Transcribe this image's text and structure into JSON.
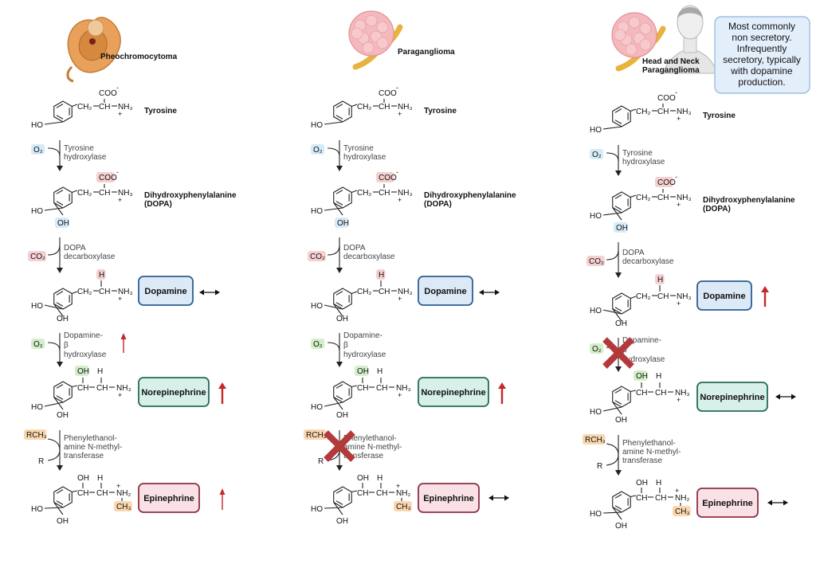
{
  "colors": {
    "o2_bg": "#d6ebf8",
    "co2_bg": "#f6d0d0",
    "h_bg": "#f6d0d0",
    "oh_green_bg": "#d3efc9",
    "rch3_bg": "#fbd7b0",
    "dopamine_box": "#dce9f7",
    "dopamine_border": "#2c5f93",
    "norepinephrine_box": "#d8f0ea",
    "norepinephrine_border": "#246b55",
    "epinephrine_box": "#f9e1e6",
    "epinephrine_border": "#8e2f45",
    "up_arrow": "#c62828",
    "block_cross": "#b3393a",
    "callout_bg": "#e3eefb",
    "callout_border": "#8eb4dc"
  },
  "icons": [
    "adrenal-gland-icon",
    "tumor-mass-icon",
    "head-and-neck-person-icon"
  ],
  "columns": [
    {
      "title": "Pheochromocytoma",
      "illustration": "adrenal-gland-icon",
      "levels": {
        "dopamine": "baseline",
        "norepinephrine": "increased",
        "epinephrine": "increased"
      },
      "dbh_small_up_arrow": true,
      "blocked_step": null
    },
    {
      "title": "Paraganglioma",
      "illustration": "tumor-mass-icon",
      "levels": {
        "dopamine": "baseline",
        "norepinephrine": "increased",
        "epinephrine": "baseline"
      },
      "dbh_small_up_arrow": false,
      "blocked_step": "pnmt"
    },
    {
      "title": "Head and Neck Paraganglioma",
      "illustration": "head-and-neck-person-icon",
      "levels": {
        "dopamine": "increased",
        "norepinephrine": "baseline",
        "epinephrine": "baseline"
      },
      "dbh_small_up_arrow": false,
      "blocked_step": "dbh"
    }
  ],
  "callout": {
    "lines": [
      "Most commonly",
      "non secretory.",
      "Infrequently",
      "secretory, typically",
      "with dopamine",
      "production."
    ]
  },
  "compounds": {
    "tyrosine": "Tyrosine",
    "dopa_line1": "Dihydroxyphenylalanine",
    "dopa_line2": "(DOPA)",
    "dopamine": "Dopamine",
    "norepinephrine": "Norepinephrine",
    "epinephrine": "Epinephrine"
  },
  "enzymes": {
    "th": [
      "Tyrosine",
      "hydroxylase"
    ],
    "ddc": [
      "DOPA",
      "decarboxylase"
    ],
    "dbh": [
      "Dopamine-",
      "β",
      "hydroxylase"
    ],
    "pnmt": [
      "Phenylethanol-",
      "amine N-methyl-",
      "transferase"
    ]
  },
  "cofactors": {
    "o2": "O₂",
    "co2": "CO₂",
    "rch3": "RCH₃",
    "r": "R"
  },
  "structure_labels": {
    "ho": "HO",
    "oh": "OH",
    "h": "H",
    "coo": "COO",
    "coo_charge": "-",
    "ch2": "CH₂",
    "ch": "CH",
    "nh3": "NH₃",
    "nh2": "NH₂",
    "ch3": "CH₃",
    "plus": "+"
  }
}
